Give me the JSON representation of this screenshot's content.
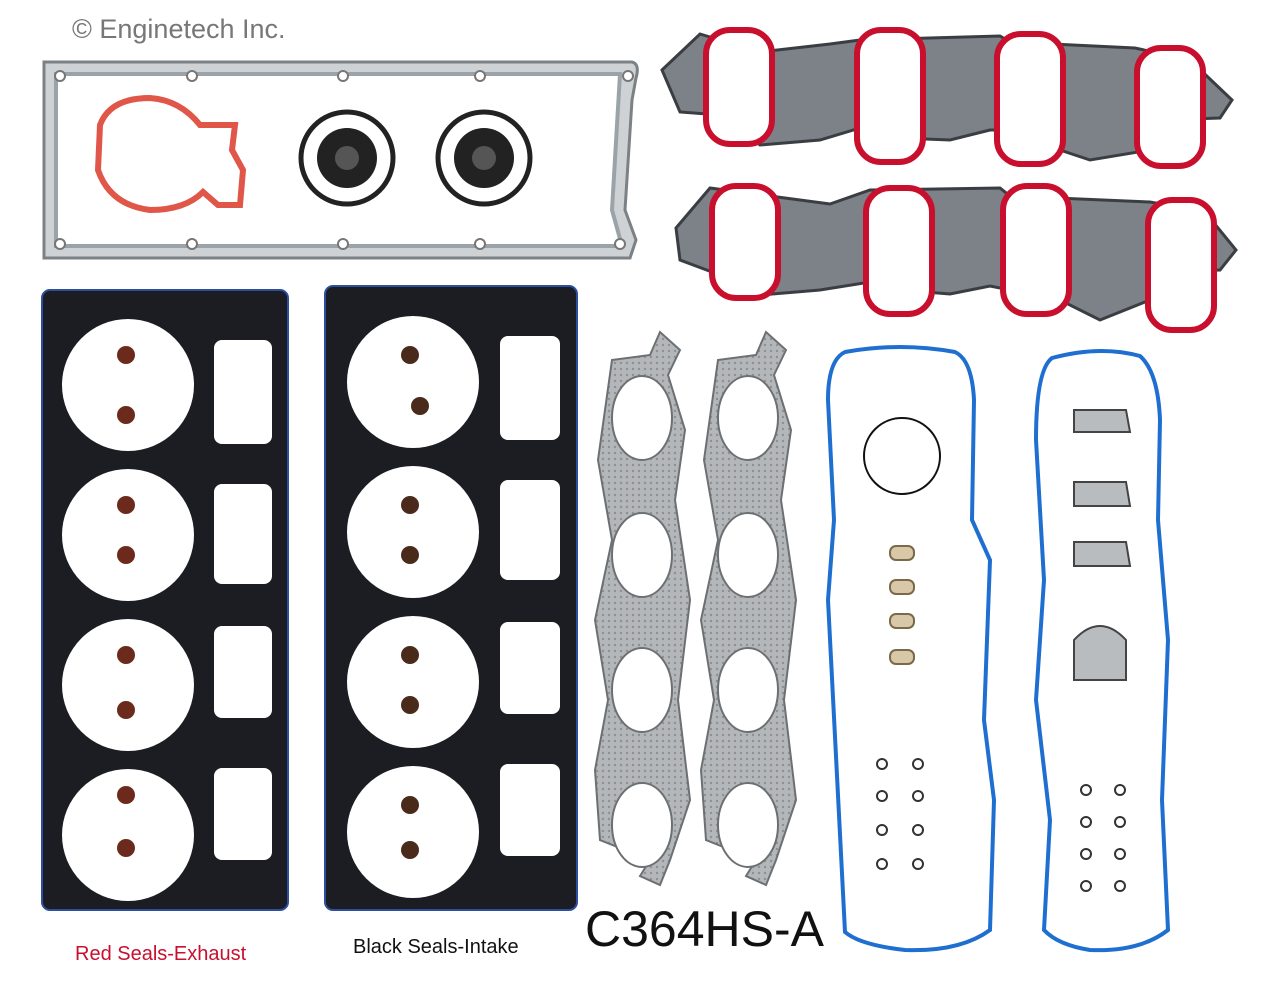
{
  "copyright": "© Enginetech Inc.",
  "part_number": "C364HS-A",
  "captions": {
    "red": "Red Seals-Exhaust",
    "black": "Black Seals-Intake"
  },
  "colors": {
    "head_gasket": "#1b1d22",
    "red_seal": "#c8102e",
    "blue_seal": "#1e6fd0",
    "exhaust": "#b9bcbd",
    "intake_frame": "#555a60"
  }
}
